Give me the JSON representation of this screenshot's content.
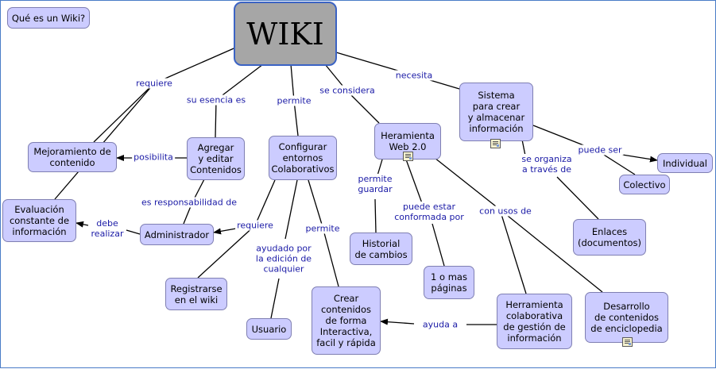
{
  "nodes": {
    "que_es_wiki": "Qué es un Wiki?",
    "wiki": "WIKI",
    "mejoramiento": "Mejoramiento de\ncontenido",
    "agregar": "Agregar\ny editar\nContenidos",
    "configurar": "Configurar\nentornos\nColaborativos",
    "herramienta_web": "Heramienta\nWeb 2.0",
    "sistema": "Sistema\npara crear\ny almacenar\ninformación",
    "individual": "Individual",
    "colectivo": "Colectivo",
    "evaluacion": "Evaluación\nconstante de\ninformación",
    "administrador": "Administrador",
    "historial": "Historial\nde cambios",
    "enlaces": "Enlaces\n(documentos)",
    "paginas": "1 o mas\npáginas",
    "registrarse": "Registrarse\nen el wiki",
    "usuario": "Usuario",
    "crear_contenidos": "Crear\ncontenidos\nde forma\nInteractiva,\nfacil y rápida",
    "herramienta_colab": "Herramienta\ncolaborativa\nde gestión de\ninformación",
    "desarrollo": "Desarrollo\nde contenidos\nde enciclopedia"
  },
  "labels": {
    "requiere_1": "requiere",
    "su_esencia_es": "su esencia es",
    "permite_1": "permite",
    "se_considera": "se considera",
    "necesita": "necesita",
    "posibilita": "posibilita",
    "es_responsabilidad_de": "es responsabilidad de",
    "debe_realizar": "debe\nrealizar",
    "requiere_2": "requiere",
    "ayudado_por": "ayudado por\nla edición de\ncualquier",
    "permite_2": "permite",
    "permite_guardar": "permite\nguardar",
    "puede_estar": "puede estar\nconformada por",
    "con_usos_de": "con usos de",
    "se_organiza": "se organiza\na través de",
    "puede_ser": "puede ser",
    "ayuda_a": "ayuda a"
  },
  "colors": {
    "node_fill": "#ccccff",
    "main_fill": "#a6a6a6",
    "label_text": "#1a1aa6",
    "line": "#000000"
  }
}
